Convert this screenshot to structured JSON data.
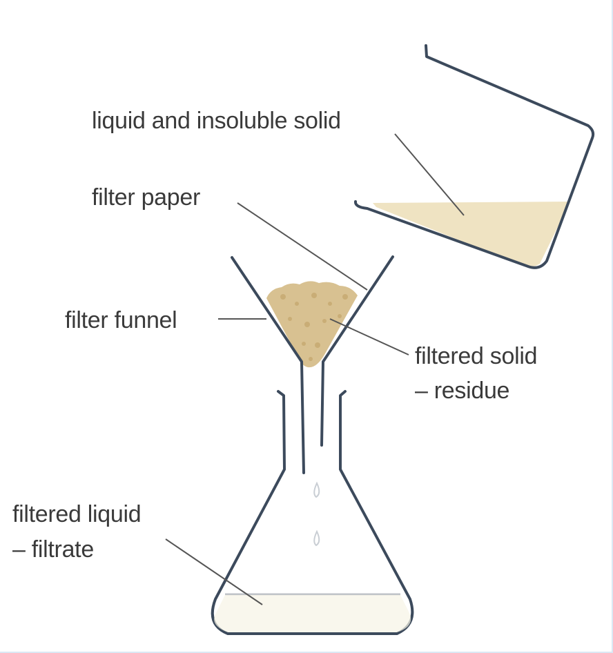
{
  "labels": {
    "liquid_and_solid": "liquid and insoluble solid",
    "filter_paper": "filter paper",
    "filter_funnel": "filter funnel",
    "filtered_solid_line1": "filtered solid",
    "filtered_solid_line2": "– residue",
    "filtered_liquid_line1": "filtered liquid",
    "filtered_liquid_line2": "– filtrate"
  },
  "colors": {
    "glass_outline": "#3c4a5c",
    "liquid": "#efe3c2",
    "residue": "#d8c191",
    "leader_line": "#555555",
    "text": "#3a3a3a"
  }
}
